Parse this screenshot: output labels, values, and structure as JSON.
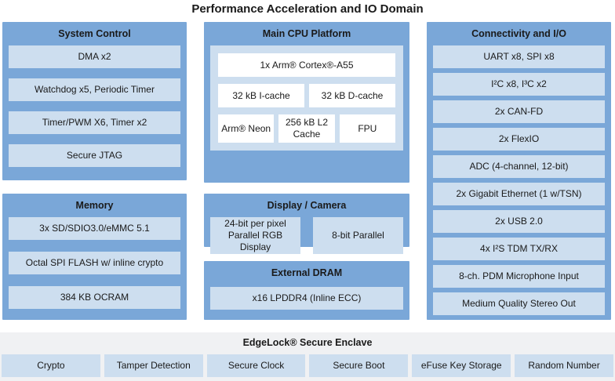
{
  "title": "Performance Acceleration and IO Domain",
  "colors": {
    "page_bg": "#FFFFFF",
    "box_blue": "#7AA7D8",
    "item_blue": "#CDDEEF",
    "footer_bg": "#F0F1F3",
    "text": "#1A1A1A"
  },
  "system_control": {
    "title": "System Control",
    "items": [
      "DMA x2",
      "Watchdog x5, Periodic Timer",
      "Timer/PWM X6, Timer x2",
      "Secure JTAG"
    ]
  },
  "memory": {
    "title": "Memory",
    "items": [
      "3x SD/SDIO3.0/eMMC 5.1",
      "Octal SPI FLASH w/ inline crypto",
      "384 KB OCRAM"
    ]
  },
  "cpu": {
    "title": "Main CPU Platform",
    "core": "1x Arm® Cortex®-A55",
    "icache": "32 kB I-cache",
    "dcache": "32 kB D-cache",
    "neon": "Arm® Neon",
    "l2": "256 kB L2 Cache",
    "fpu": "FPU"
  },
  "display_camera": {
    "title": "Display / Camera",
    "items": [
      "24-bit per pixel Parallel RGB Display",
      "8-bit Parallel"
    ]
  },
  "external_dram": {
    "title": "External DRAM",
    "items": [
      "x16 LPDDR4 (Inline ECC)"
    ]
  },
  "connectivity": {
    "title": "Connectivity and I/O",
    "items": [
      "UART x8, SPI x8",
      "I²C x8, I³C x2",
      "2x CAN-FD",
      "2x FlexIO",
      "ADC (4-channel, 12-bit)",
      "2x Gigabit Ethernet (1 w/TSN)",
      "2x USB 2.0",
      "4x I²S TDM TX/RX",
      "8-ch. PDM Microphone Input",
      "Medium Quality Stereo Out"
    ]
  },
  "secure_enclave": {
    "title": "EdgeLock® Secure Enclave",
    "items": [
      "Crypto",
      "Tamper Detection",
      "Secure Clock",
      "Secure Boot",
      "eFuse Key Storage",
      "Random Number"
    ]
  }
}
